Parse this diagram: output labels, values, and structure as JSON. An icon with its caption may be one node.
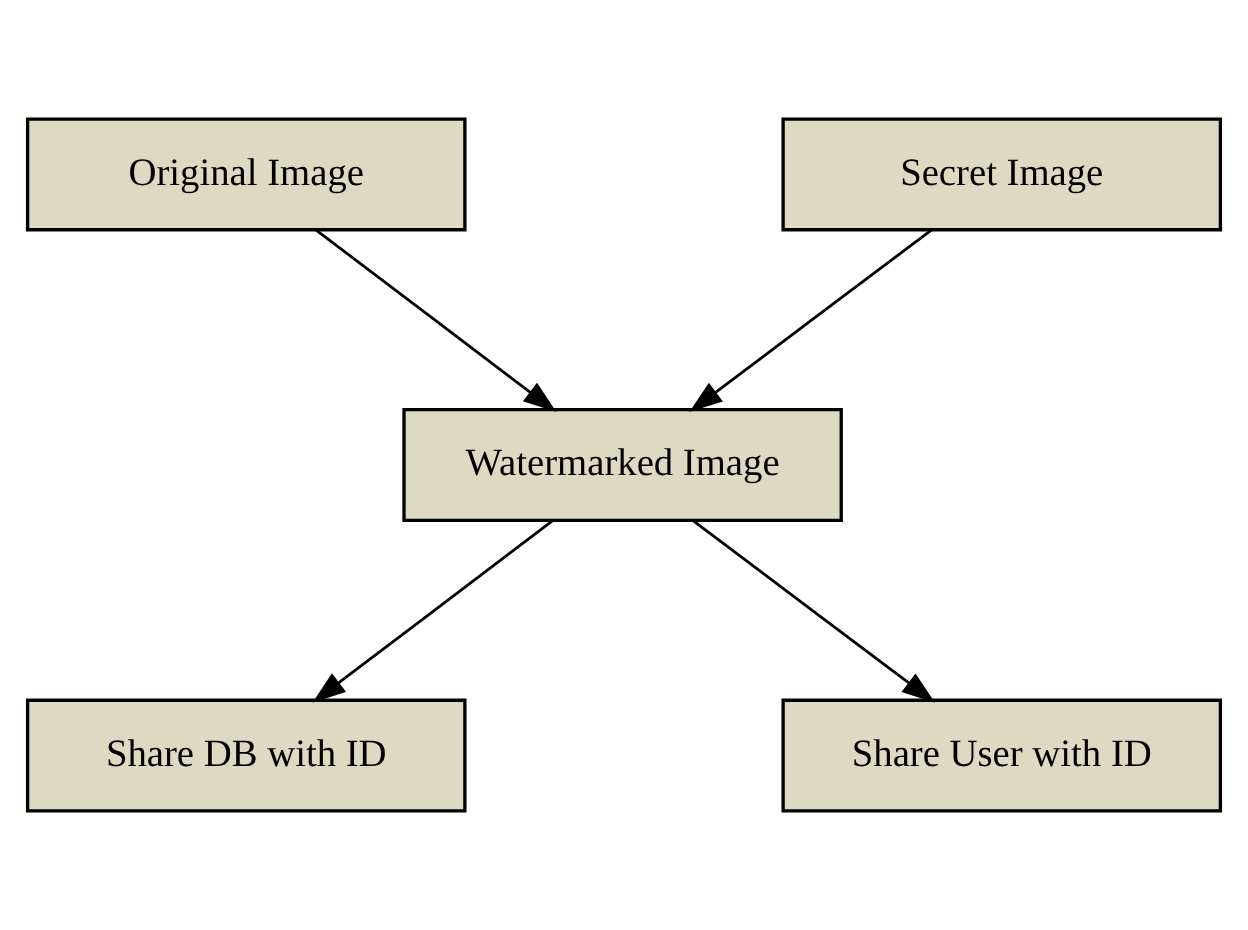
{
  "diagram": {
    "nodes": [
      {
        "text": [
          "Original Image"
        ]
      },
      {
        "text": [
          "Secret Image"
        ]
      },
      {
        "text": [
          "Watermarked Image"
        ]
      },
      {
        "text": [
          "Share DB with ID"
        ]
      },
      {
        "text": [
          "Share User with ID"
        ]
      }
    ],
    "edges": [
      {
        "from": 0,
        "to": 2,
        "arrow": "to"
      },
      {
        "from": 1,
        "to": 2,
        "arrow": "to"
      },
      {
        "from": 2,
        "to": 3,
        "arrow": "to"
      },
      {
        "from": 2,
        "to": 4,
        "arrow": "to"
      }
    ]
  }
}
